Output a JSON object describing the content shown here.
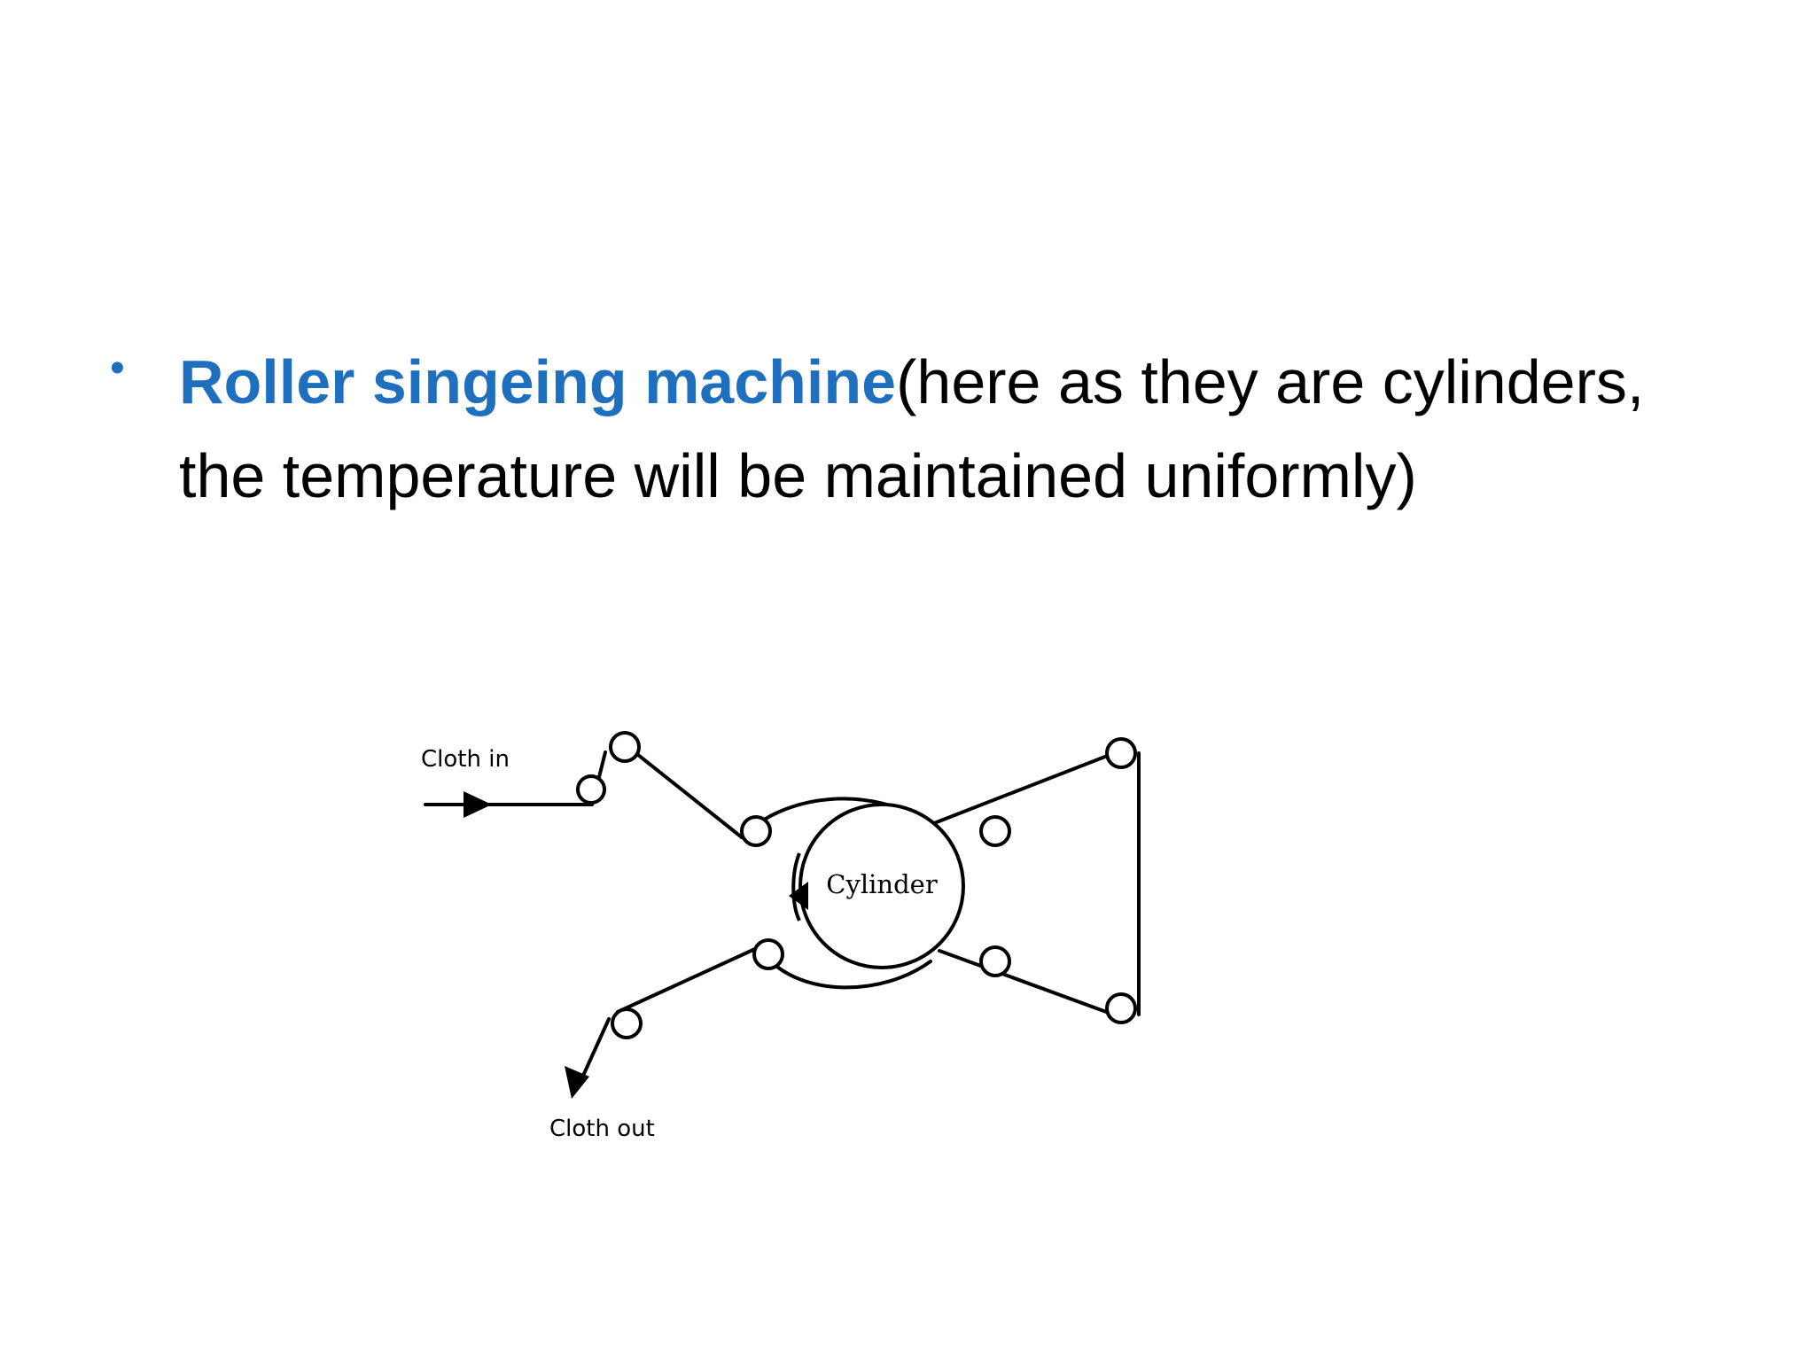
{
  "bullet": {
    "highlight": "Roller singeing machine",
    "rest": "(here as they are cylinders, the temperature will be maintained uniformly)"
  },
  "diagram": {
    "label_cloth_in": "Cloth in",
    "label_cylinder": "Cylinder",
    "label_cloth_out": "Cloth out"
  }
}
